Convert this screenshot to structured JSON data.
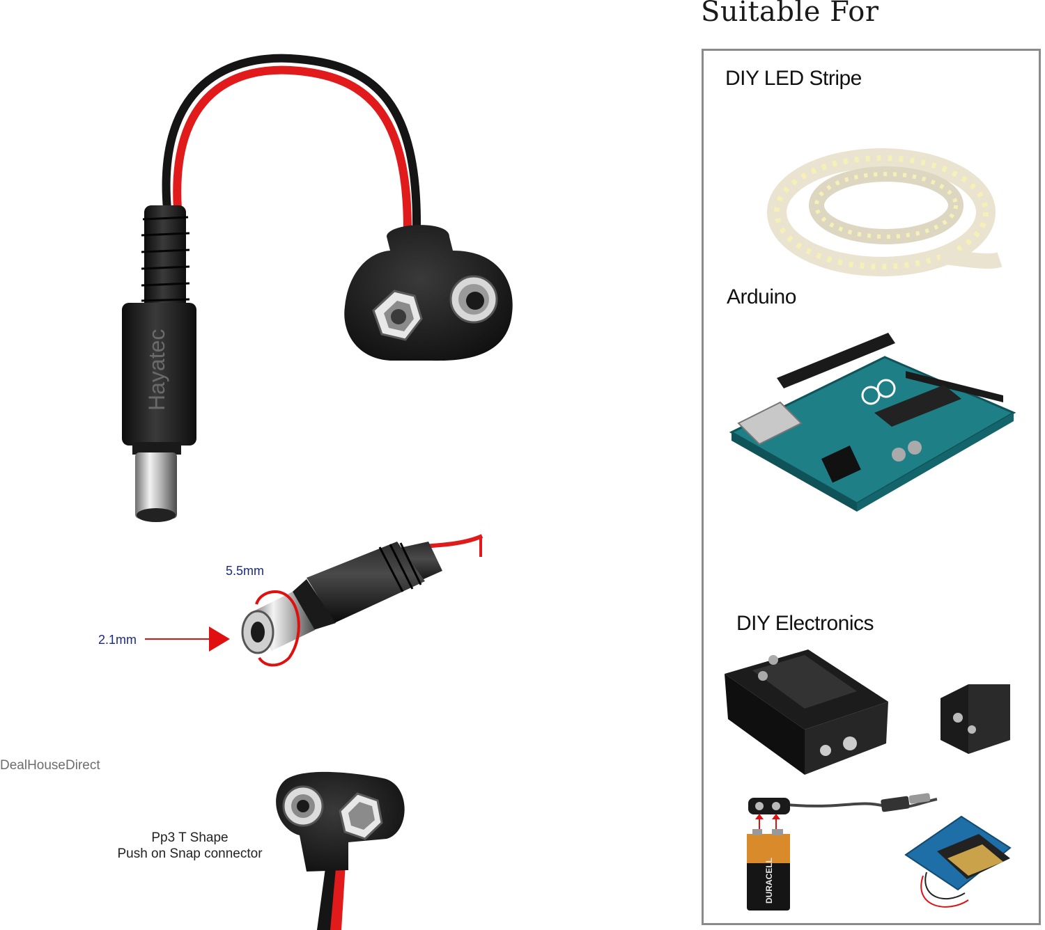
{
  "section_title": "Suitable For",
  "categories": [
    {
      "heading": "DIY LED Stripe"
    },
    {
      "heading": "Arduino"
    },
    {
      "heading": "DIY Electronics"
    }
  ],
  "product": {
    "brand_on_plug": "Hayatec",
    "outer_diameter_label": "5.5mm",
    "inner_diameter_label": "2.1mm",
    "caption_line1": "Pp3 T Shape",
    "caption_line2": "Push on Snap connector",
    "watermark": "DealHouseDirect"
  },
  "battery_label": "DURACELL",
  "colors": {
    "wire_red": "#e11b1b",
    "wire_black": "#151515",
    "connector_black": "#1b1b1b",
    "board_teal": "#1e7f86",
    "dim_label": "#1a2a80",
    "arrow_red": "#e01010",
    "panel_border": "#8a8a8a"
  }
}
